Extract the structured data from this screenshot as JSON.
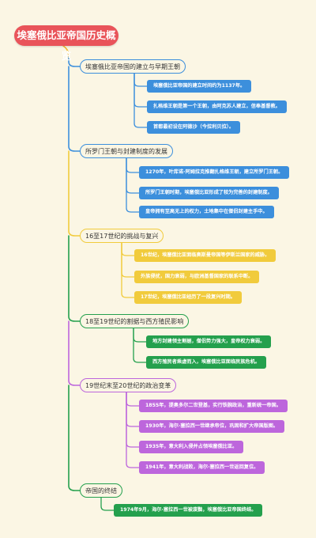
{
  "title": "埃塞俄比亚帝国历史概览",
  "colors": {
    "root": "#e9545a",
    "blue": "#3c8fdc",
    "yellow": "#f1cb3c",
    "green": "#24a04d",
    "purple": "#bd66dc",
    "trunk": "#f1b52a"
  },
  "sections": [
    {
      "label": "埃塞俄比亚帝国的建立与早期王朝",
      "color": "blue",
      "items": [
        "埃塞俄比亚帝国的建立时间约为1137年。",
        "扎格维王朝是第一个王朝，由阿克苏人建立，信奉基督教。",
        "首都最初设在阿德沙（今拉利贝拉）。"
      ]
    },
    {
      "label": "所罗门王朝与封建制度的发展",
      "color": "blue",
      "items": [
        "1270年，叶库诺·阿姆拉克推翻扎格维王朝，建立所罗门王朝。",
        "所罗门王朝时期，埃塞俄比亚形成了较为完善的封建制度。",
        "皇帝拥有至高无上的权力，土地集中在僧侣封建主手中。"
      ]
    },
    {
      "label": "16至17世纪的挑战与复兴",
      "color": "yellow",
      "items": [
        "16世纪，埃塞俄比亚面临奥斯曼帝国等伊斯兰国家的威胁。",
        "外族侵扰，国力衰弱，与欧洲基督国家的联系中断。",
        "17世纪，埃塞俄比亚经历了一段复兴时期。"
      ]
    },
    {
      "label": "18至19世纪的割据与西方殖民影响",
      "color": "green",
      "items": [
        "地方封建领主割据，僧侣势力强大，皇帝权力衰弱。",
        "西方殖民者乘虚而入，埃塞俄比亚面临民族危机。"
      ]
    },
    {
      "label": "19世纪末至20世纪的政治变革",
      "color": "purple",
      "items": [
        "1855年，提奥多尔二世登基，实行铁腕政治，重新统一帝国。",
        "1930年，海尔·塞拉西一世继承帝位，巩固和扩大帝国版图。",
        "1935年，意大利入侵并占领埃塞俄比亚。",
        "1941年，意大利战败，海尔·塞拉西一世返回复位。"
      ]
    },
    {
      "label": "帝国的终结",
      "color": "green",
      "items": [
        "1974年9月，海尔·塞拉西一世被废黜，埃塞俄比亚帝国终结。"
      ]
    }
  ]
}
